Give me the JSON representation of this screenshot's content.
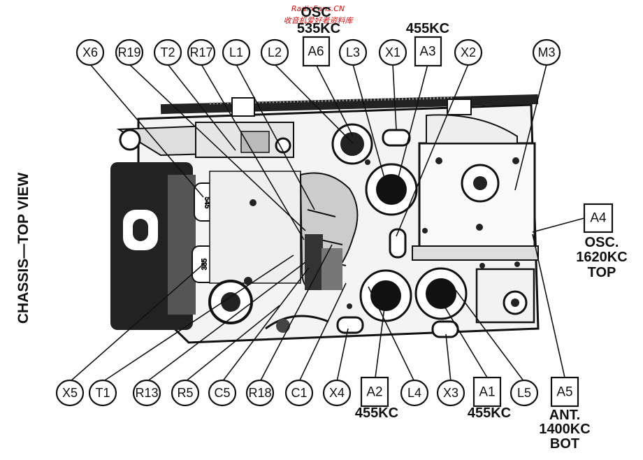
{
  "watermark": {
    "line1": "RadioFans.CN",
    "line2": "收音机爱好者资料库"
  },
  "side_title": "CHASSIS—TOP VIEW",
  "top_labels": {
    "X6": "X6",
    "R19": "R19",
    "T2": "T2",
    "R17": "R17",
    "L1": "L1",
    "L2": "L2",
    "A6": "A6",
    "L3": "L3",
    "X1": "X1",
    "A3": "A3",
    "X2": "X2",
    "M3": "M3"
  },
  "bottom_labels": {
    "X5": "X5",
    "T1": "T1",
    "R13": "R13",
    "R5": "R5",
    "C5": "C5",
    "R18": "R18",
    "C1": "C1",
    "X4": "X4",
    "A2": "A2",
    "L4": "L4",
    "X3": "X3",
    "A1": "A1",
    "L5": "L5",
    "A5": "A5"
  },
  "right_label": {
    "A4": "A4"
  },
  "captions": {
    "a6_top": "OSC",
    "a6_freq": "535KC",
    "a3_freq": "455KC",
    "a4_line1": "OSC.",
    "a4_line2": "1620KC",
    "a4_line3": "TOP",
    "a2_freq": "455KC",
    "a1_freq": "455KC",
    "a5_line1": "ANT.",
    "a5_line2": "1400KC",
    "a5_line3": "BOT"
  },
  "component_markings": {
    "cap_upper": "545",
    "cap_lower": "385"
  }
}
